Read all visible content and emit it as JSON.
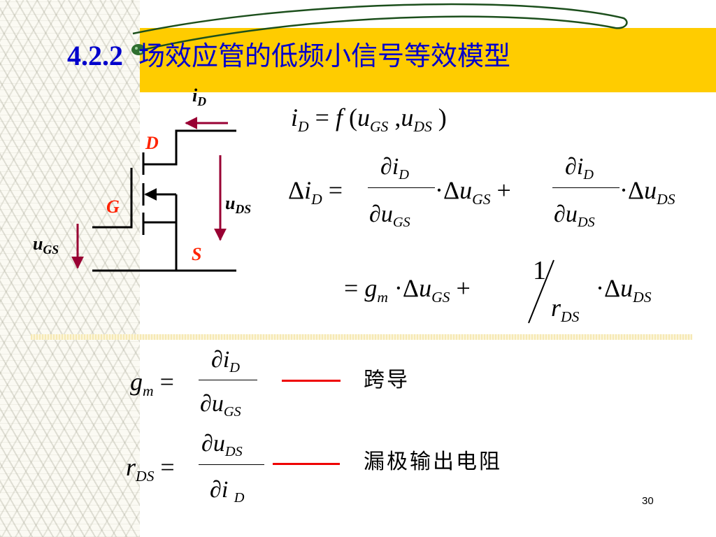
{
  "slide": {
    "section_number": "4.2.2",
    "title": "场效应管的低频小信号等效模型",
    "page_number": "30"
  },
  "circuit": {
    "current_label": "i",
    "current_sub": "D",
    "drain_label": "D",
    "gate_label": "G",
    "source_label": "S",
    "vds_label": "u",
    "vds_sub": "DS",
    "vgs_label": "u",
    "vgs_sub": "GS"
  },
  "terms": {
    "gm_name": "跨导",
    "rds_name": "漏极输出电阻"
  },
  "colors": {
    "title": "#0000cc",
    "band": "#ffcc00",
    "label_red": "#ff2200",
    "arrow": "#990033",
    "leader_line": "#ee0000"
  }
}
